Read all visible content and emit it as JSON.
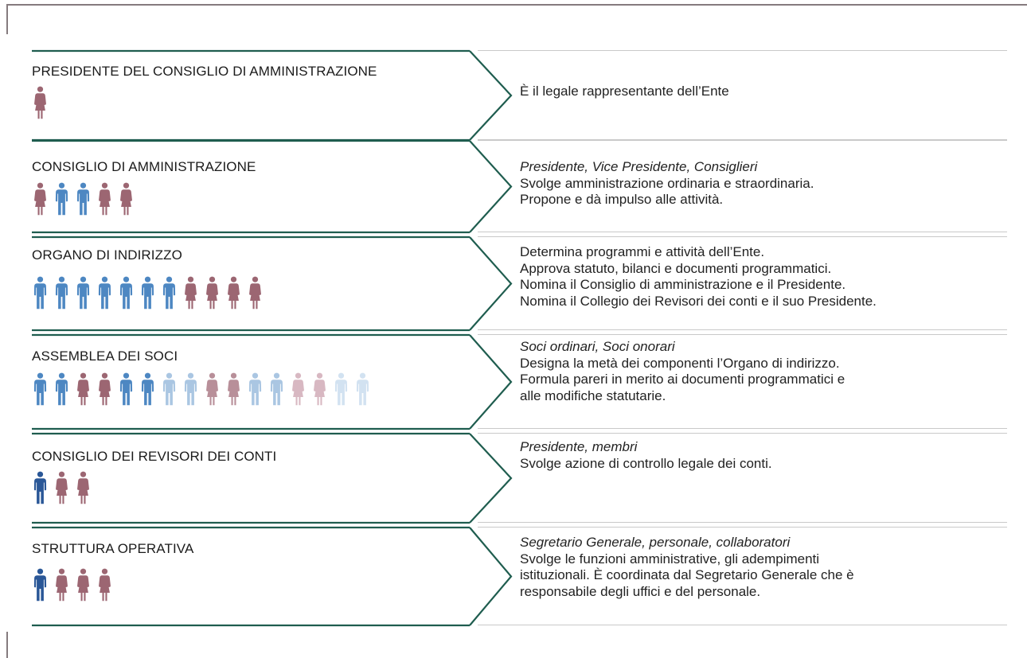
{
  "colors": {
    "arrow": "#1f5d4f",
    "female": "#9c6672",
    "male": "#4d87c2",
    "male_dark": "#2a5797",
    "female_light": "#d8b8c2",
    "male_light": "#aac6e2",
    "male_pale": "#d2e2f1",
    "frame": "#857b7e"
  },
  "rows": [
    {
      "title": "PRESIDENTE DEL CONSIGLIO DI AMMINISTRAZIONE",
      "people": [
        "female"
      ],
      "subtitle": "",
      "lines": [
        "È il legale rappresentante dell’Ente"
      ]
    },
    {
      "title": "CONSIGLIO DI AMMINISTRAZIONE",
      "people": [
        "female",
        "male",
        "male",
        "female",
        "female"
      ],
      "subtitle": "Presidente, Vice Presidente, Consiglieri",
      "lines": [
        "Svolge amministrazione ordinaria e straordinaria.",
        "Propone e dà impulso alle attività."
      ]
    },
    {
      "title": "ORGANO DI INDIRIZZO",
      "people": [
        "male",
        "male",
        "male",
        "male",
        "male",
        "male",
        "male",
        "female",
        "female",
        "female",
        "female"
      ],
      "subtitle": "",
      "lines": [
        "Determina programmi e attività dell’Ente.",
        "Approva statuto, bilanci e documenti programmatici.",
        "Nomina il Consiglio di amministrazione e il Presidente.",
        "Nomina il Collegio dei Revisori dei conti e il suo Presidente."
      ]
    },
    {
      "title": "ASSEMBLEA DEI SOCI",
      "people": [
        "male",
        "male",
        "female",
        "female",
        "male",
        "male",
        "male_light",
        "male_light",
        "female_mid",
        "female_mid",
        "male_light",
        "male_light",
        "female_light",
        "female_light",
        "male_pale",
        "male_pale"
      ],
      "subtitle": "Soci ordinari, Soci onorari",
      "lines": [
        "Designa la metà dei componenti l’Organo di indirizzo.",
        "Formula pareri in merito ai documenti programmatici e",
        "alle modifiche statutarie."
      ]
    },
    {
      "title": "CONSIGLIO DEI REVISORI DEI CONTI",
      "people": [
        "male_dark",
        "female",
        "female"
      ],
      "subtitle": "Presidente, membri",
      "lines": [
        "Svolge azione di controllo legale dei conti."
      ]
    },
    {
      "title": "STRUTTURA OPERATIVA",
      "people": [
        "male_dark",
        "female",
        "female",
        "female"
      ],
      "subtitle": "Segretario Generale, personale, collaboratori",
      "lines": [
        "Svolge le funzioni amministrative, gli adempimenti",
        "istituzionali. È coordinata dal Segretario Generale che è",
        "responsabile degli uffici e del personale."
      ]
    }
  ]
}
